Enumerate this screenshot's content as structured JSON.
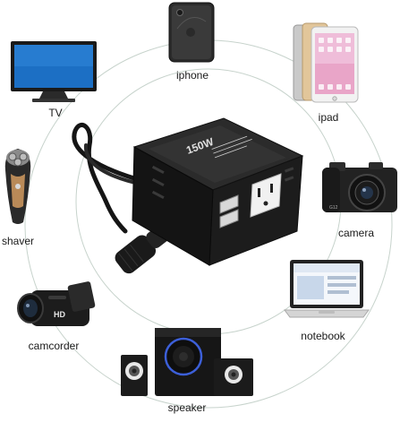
{
  "labels": {
    "iphone": "iphone",
    "tv": "TV",
    "ipad": "ipad",
    "shaver": "shaver",
    "camera": "camera",
    "camcorder": "camcorder",
    "notebook": "notebook",
    "speaker": "speaker"
  },
  "inverter": {
    "brand_text": "150W"
  },
  "colors": {
    "circle": "#b9c9c0",
    "inverter_body": "#1e1e1e",
    "screen_blue": "#1c6fc4"
  }
}
